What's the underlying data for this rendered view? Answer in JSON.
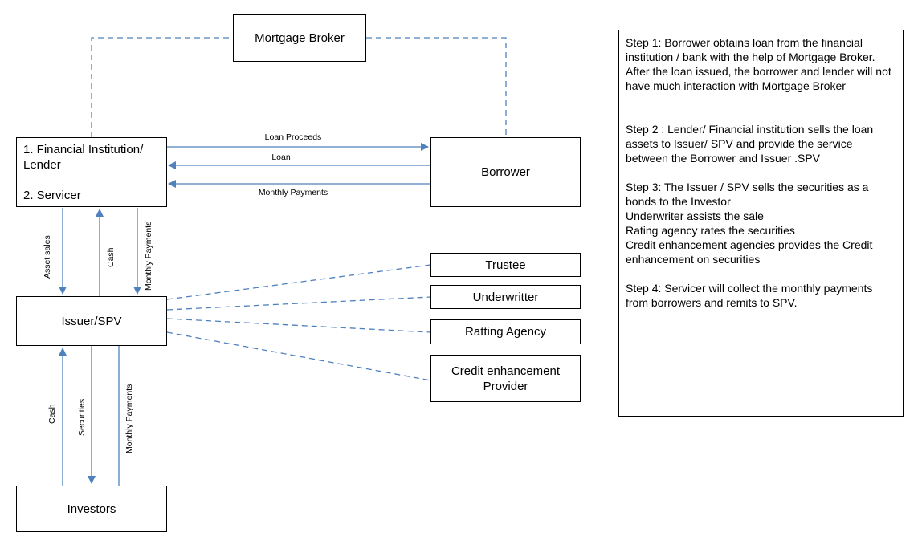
{
  "nodes": {
    "mortgage_broker": "Mortgage Broker",
    "lender_line1": "1. Financial Institution/",
    "lender_line2": "Lender",
    "servicer": "2. Servicer",
    "borrower": "Borrower",
    "issuer": "Issuer/SPV",
    "investors": "Investors",
    "trustee": "Trustee",
    "underwriter": "Underwritter",
    "rating_agency": "Ratting Agency",
    "credit_line1": "Credit enhancement",
    "credit_line2": "Provider"
  },
  "flows": {
    "loan_proceeds": "Loan Proceeds",
    "loan": "Loan",
    "monthly_payments_borrower": "Monthly Payments",
    "asset_sales": "Asset sales",
    "cash_servicer": "Cash",
    "monthly_payments_servicer": "Monthly Payments",
    "cash_investors": "Cash",
    "securities": "Securities",
    "monthly_payments_investors": "Monthly Payments"
  },
  "steps": {
    "step1": "Step 1: Borrower obtains loan from the financial institution / bank  with the help of Mortgage Broker.",
    "step1_b": "After the loan issued, the borrower and lender will not have much interaction with Mortgage Broker",
    "step2": "Step 2 : Lender/ Financial institution sells the loan assets to Issuer/ SPV and provide the service between the Borrower and Issuer .SPV",
    "step3": "Step 3: The Issuer / SPV sells the securities as a bonds to the Investor",
    "step3_b": "Underwriter assists the sale",
    "step3_c": "Rating agency rates the securities",
    "step3_d": "Credit enhancement agencies provides the Credit enhancement on securities",
    "step4": "Step 4: Servicer will collect the monthly payments from borrowers and remits to SPV."
  },
  "colors": {
    "arrow": "#4f81bd",
    "box_border": "#000000"
  }
}
